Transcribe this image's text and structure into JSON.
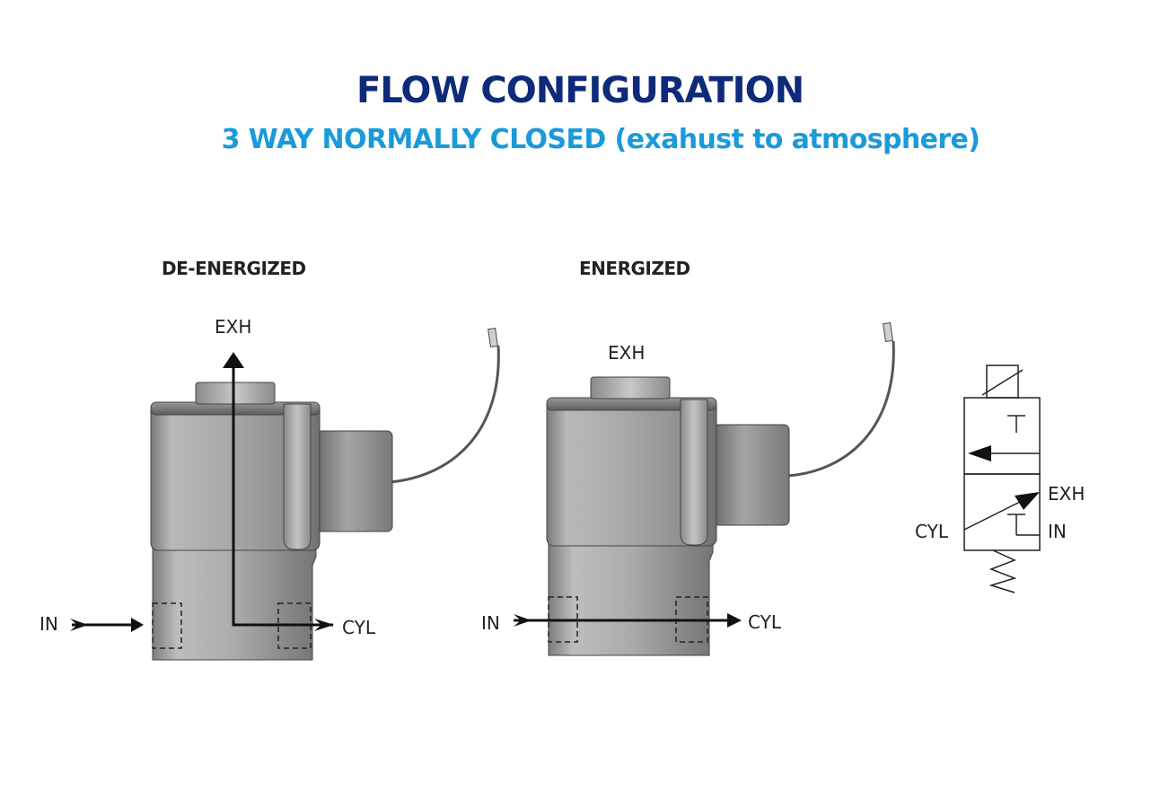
{
  "title": "FLOW CONFIGURATION",
  "subtitle": "3 WAY NORMALLY CLOSED (exahust to atmosphere)",
  "states": {
    "de_energized": {
      "label": "DE-ENERGIZED",
      "ports": {
        "exh": "EXH",
        "in": "IN",
        "cyl": "CYL"
      }
    },
    "energized": {
      "label": "ENERGIZED",
      "ports": {
        "exh": "EXH",
        "in": "IN",
        "cyl": "CYL"
      }
    }
  },
  "symbol": {
    "ports": {
      "exh": "EXH",
      "cyl": "CYL",
      "in": "IN"
    }
  },
  "colors": {
    "title": "#0f2a7a",
    "subtitle": "#1a9ad9",
    "flow_arrow": "#111111",
    "valve_body": "#a4a4a4"
  }
}
